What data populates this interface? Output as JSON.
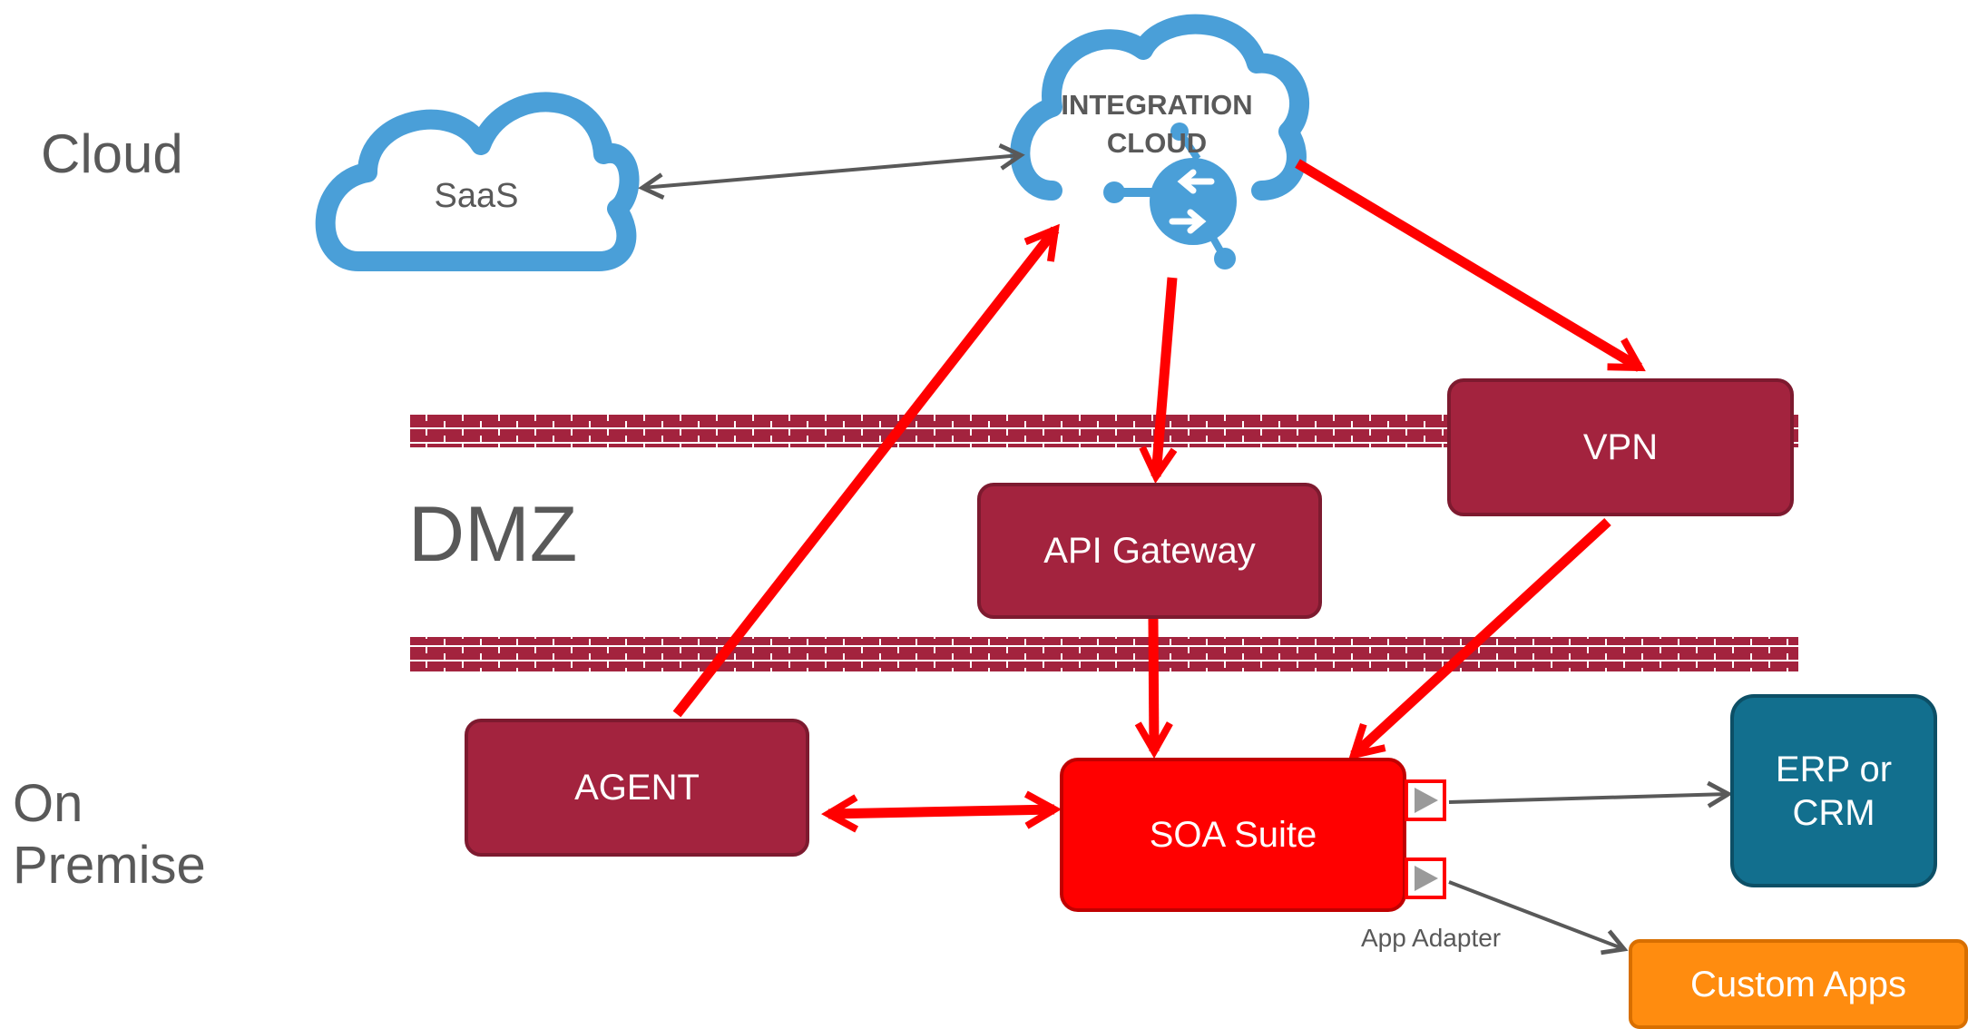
{
  "zones": {
    "cloud": "Cloud",
    "dmz": "DMZ",
    "on_premise_line1": "On",
    "on_premise_line2": "Premise"
  },
  "nodes": {
    "saas": "SaaS",
    "integration_cloud_line1": "INTEGRATION",
    "integration_cloud_line2": "CLOUD",
    "vpn": "VPN",
    "api_gateway": "API Gateway",
    "agent": "AGENT",
    "soa_suite": "SOA Suite",
    "erp_crm_line1": "ERP or",
    "erp_crm_line2": "CRM",
    "custom_apps": "Custom Apps"
  },
  "captions": {
    "app_adapter": "App Adapter"
  },
  "colors": {
    "flow_arrow": "#ff0000",
    "plain_arrow": "#595959",
    "firewall": "#a3233e",
    "cloud_outline": "#4a9fd8"
  }
}
